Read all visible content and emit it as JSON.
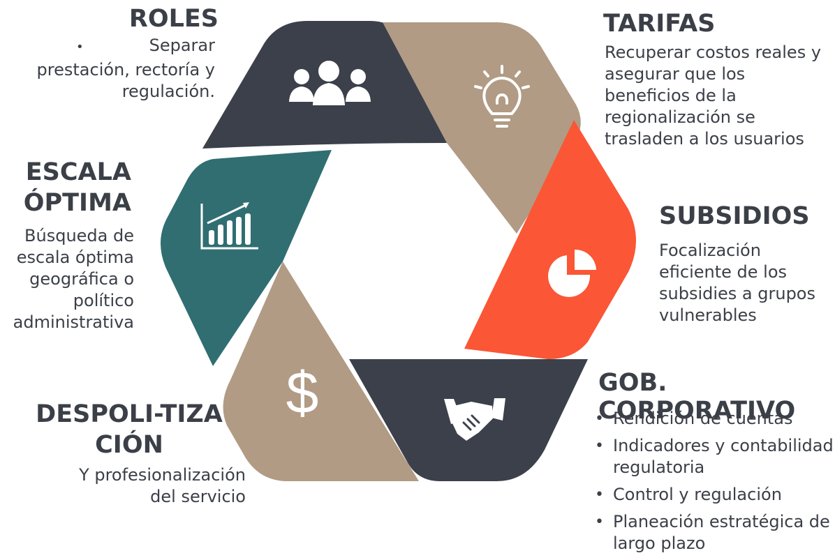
{
  "segments": {
    "roles": {
      "title": "ROLES",
      "bullet": "•",
      "text_line1": "Separar",
      "text_rest": "prestación, rectoría y regulación.",
      "color": "#3b404b",
      "icon": "people-icon"
    },
    "tarifas": {
      "title": "TARIFAS",
      "text": "Recuperar costos reales y asegurar que los beneficios de la regionalización se trasladen a los usuarios",
      "color": "#b19b84",
      "icon": "lightbulb-icon"
    },
    "subsidios": {
      "title": "SUBSIDIOS",
      "text": "Focalización eficiente de los subsidies a grupos vulnerables",
      "color": "#fb5635",
      "icon": "pie-chart-icon"
    },
    "gob_corporativo": {
      "title_line1": "GOB.",
      "title_line2": "CORPORATIVO",
      "items": [
        "Rendición de cuentas",
        "Indicadores y contabilidad regulatoria",
        "Control y regulación",
        "Planeación estratégica de largo plazo"
      ],
      "color": "#3b404b",
      "icon": "handshake-icon"
    },
    "despolitizacion": {
      "title": "DESPOLI-TIZA CIÓN",
      "text": "Y profesionalización del servicio",
      "color": "#b19b84",
      "icon": "dollar-icon"
    },
    "escala": {
      "title": "ESCALA ÓPTIMA",
      "text": "Búsqueda de escala óptima geográfica o político administrativa",
      "color": "#306e72",
      "icon": "growth-chart-icon"
    }
  }
}
